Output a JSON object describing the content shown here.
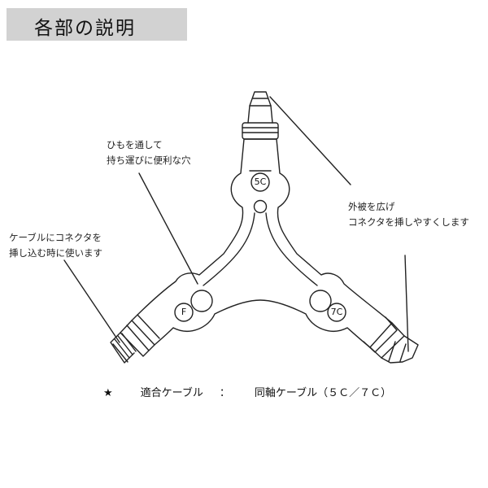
{
  "header": {
    "title": "各部の説明"
  },
  "diagram": {
    "tool_labels": {
      "top_port": "5C",
      "left_port": "F",
      "right_port": "7C"
    },
    "callouts": {
      "strap_hole": [
        "ひもを通して",
        "持ち運びに便利な穴"
      ],
      "insert_connector": [
        "ケーブルにコネクタを",
        "挿し込む時に使います"
      ],
      "spread_jacket": [
        "外被を広げ",
        "コネクタを挿しやすくします"
      ]
    }
  },
  "footer": {
    "star": "★",
    "label": "適合ケーブル",
    "colon": "：",
    "value": "同軸ケーブル（５Ｃ／７Ｃ）"
  },
  "colors": {
    "header_background": "#d2d2d2",
    "line": "#222222"
  }
}
